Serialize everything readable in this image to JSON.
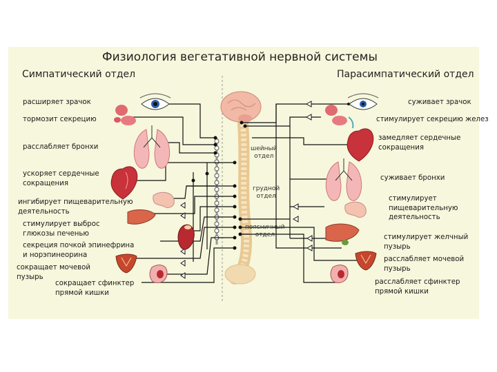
{
  "title": "Физиология вегетативной нервной системы",
  "sympathetic": {
    "heading": "Симпатический отдел",
    "effects": [
      "расширяет зрачок",
      "тормозит секрецию",
      "расслабляет бронхи",
      "ускоряет сердечные\nсокращения",
      "ингибирует пищеварительную\nдеятельность",
      "стимулирует выброс\nглюкозы печенью",
      "секреция почкой эпинефрина\nи норэпинеорина",
      "сокращает мочевой\nпузырь",
      "сокращает сфинктер\nпрямой кишки"
    ]
  },
  "parasympathetic": {
    "heading": "Парасимпатический отдел",
    "effects": [
      "суживает зрачок",
      "стимулирует секрецию желез",
      "замедляет сердечные\nсокращения",
      "суживает бронхи",
      "стимулирует\nпищеварительную\nдеятельность",
      "стимулирует желчный\nпузырь",
      "расслабляет мочевой\nпузырь",
      "расслабляет сфинктер\nпрямой кишки"
    ]
  },
  "spinal_regions": {
    "cervical": "шейный\nотдел",
    "thoracic": "грудной\nотдел",
    "lumbar": "поясничный\nотдел"
  },
  "icons": [
    "eye-icon",
    "salivary-gland-icon",
    "lungs-icon",
    "heart-icon",
    "stomach-icon",
    "liver-icon",
    "kidney-icon",
    "bladder-icon",
    "rectum-icon",
    "brain-icon",
    "spine-icon"
  ],
  "colors": {
    "panel": "#f6f7dc",
    "organ_red": "#c8323a",
    "organ_pink": "#f0a8a8",
    "liver": "#d9664a",
    "bone": "#f1d9b0",
    "nerve_line": "#111111"
  }
}
